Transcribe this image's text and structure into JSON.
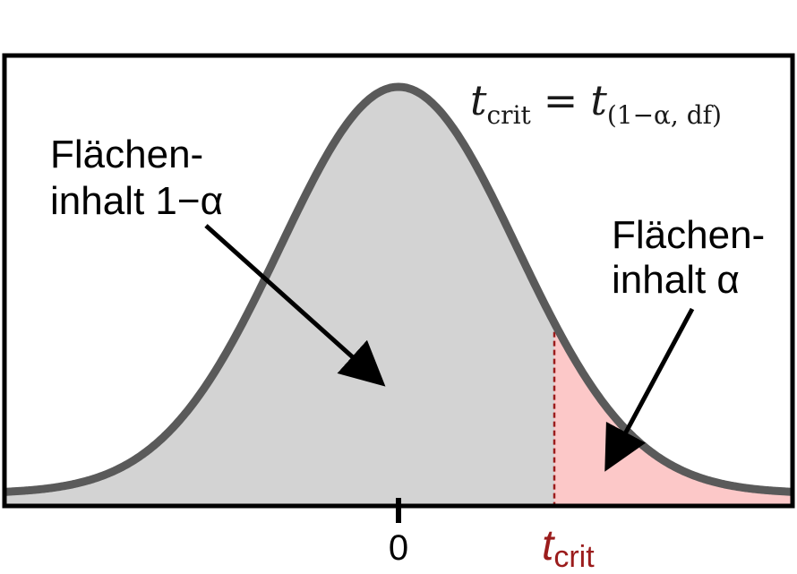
{
  "formula": {
    "lhs_symbol": "t",
    "lhs_subscript": "crit",
    "equals": "=",
    "rhs_symbol": "t",
    "rhs_subscript": "(1−α, df)"
  },
  "labels": {
    "center_area_line1": "Flächen-",
    "center_area_line2": "inhalt 1−α",
    "tail_area_line1": "Flächen-",
    "tail_area_line2": "inhalt α"
  },
  "axis": {
    "zero_tick_label": "0",
    "tcrit_symbol": "t",
    "tcrit_subscript": "crit"
  },
  "colors": {
    "curve": "#5a5a5a",
    "body_fill": "#d3d3d3",
    "tail_fill": "#fcc8c8",
    "tcrit": "#9b1c1c",
    "frame": "#000000",
    "arrow": "#000000"
  },
  "distribution": {
    "type": "t-distribution density",
    "critical_value_position": "right tail",
    "shaded_body_area": "1−α",
    "shaded_tail_area": "α"
  }
}
